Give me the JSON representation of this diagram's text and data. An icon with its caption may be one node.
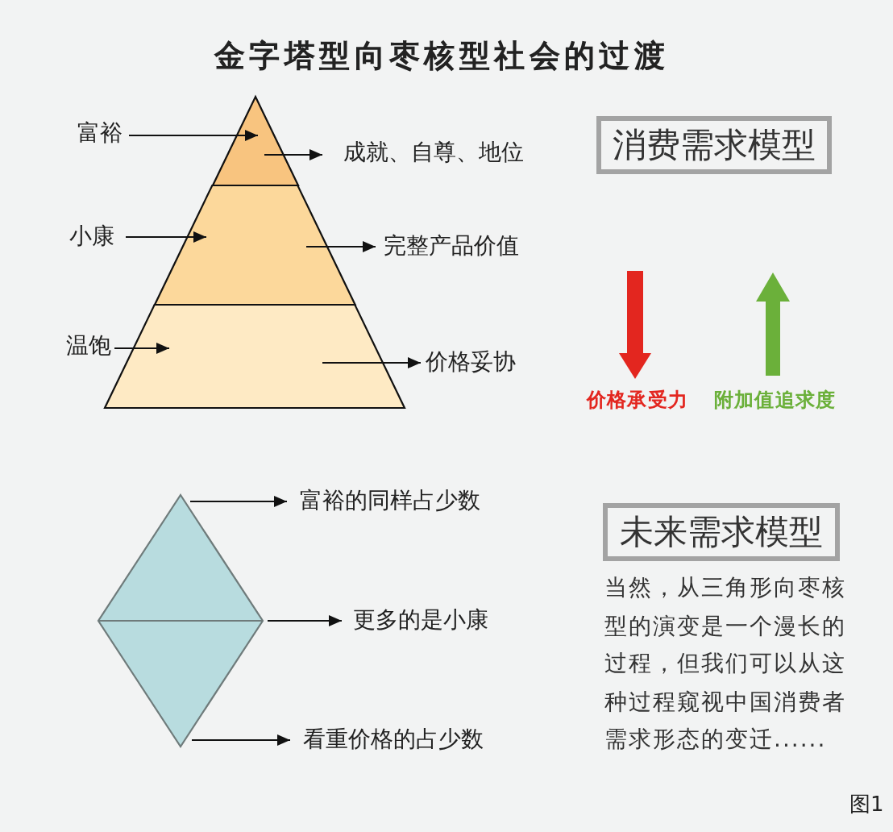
{
  "diagram": {
    "title": "金字塔型向枣核型社会的过渡",
    "nodes": [
      {
        "text": [
          "富裕"
        ]
      },
      {
        "text": [],
        "shape": "triangle"
      },
      {
        "text": [
          "成就、自尊、地位"
        ]
      },
      {
        "text": [
          "消费需求模型"
        ]
      },
      {
        "text": [
          "小康"
        ]
      },
      {
        "text": [],
        "shape": "trapezoid"
      },
      {
        "text": [
          "完整产品价值"
        ]
      },
      {
        "text": [
          "温饱"
        ]
      },
      {
        "text": [],
        "shape": "trapezoid"
      },
      {
        "text": [
          "价格妥协"
        ]
      },
      {
        "text": [],
        "shape": "diamond"
      },
      {
        "text": [
          "富裕的同样占少数"
        ]
      },
      {
        "text": [
          "未来需求模型"
        ]
      },
      {
        "text": [
          "更多的是小康"
        ]
      },
      {
        "text": [
          "看重价格的占少数"
        ]
      }
    ],
    "edges": [
      {
        "from": 0,
        "to": 1,
        "arrow": "to"
      },
      {
        "from": 1,
        "to": 2,
        "arrow": "to"
      },
      {
        "from": 4,
        "to": 5,
        "arrow": "to"
      },
      {
        "from": 5,
        "to": 6,
        "arrow": "to"
      },
      {
        "from": 7,
        "to": 8,
        "arrow": "to"
      },
      {
        "from": 8,
        "to": 9,
        "arrow": "to"
      },
      {
        "from": 10,
        "to": 11,
        "arrow": "to"
      },
      {
        "from": 10,
        "to": 13,
        "arrow": "to"
      },
      {
        "from": 10,
        "to": 14,
        "arrow": "to"
      }
    ],
    "labels": [
      "价格承受力",
      "附加值追求度",
      "当然，从三角形向枣核型的演变是一个漫长的过程，但我们可以从这种过程窥视中国消费者需求形态的变迁......",
      "图1"
    ]
  }
}
